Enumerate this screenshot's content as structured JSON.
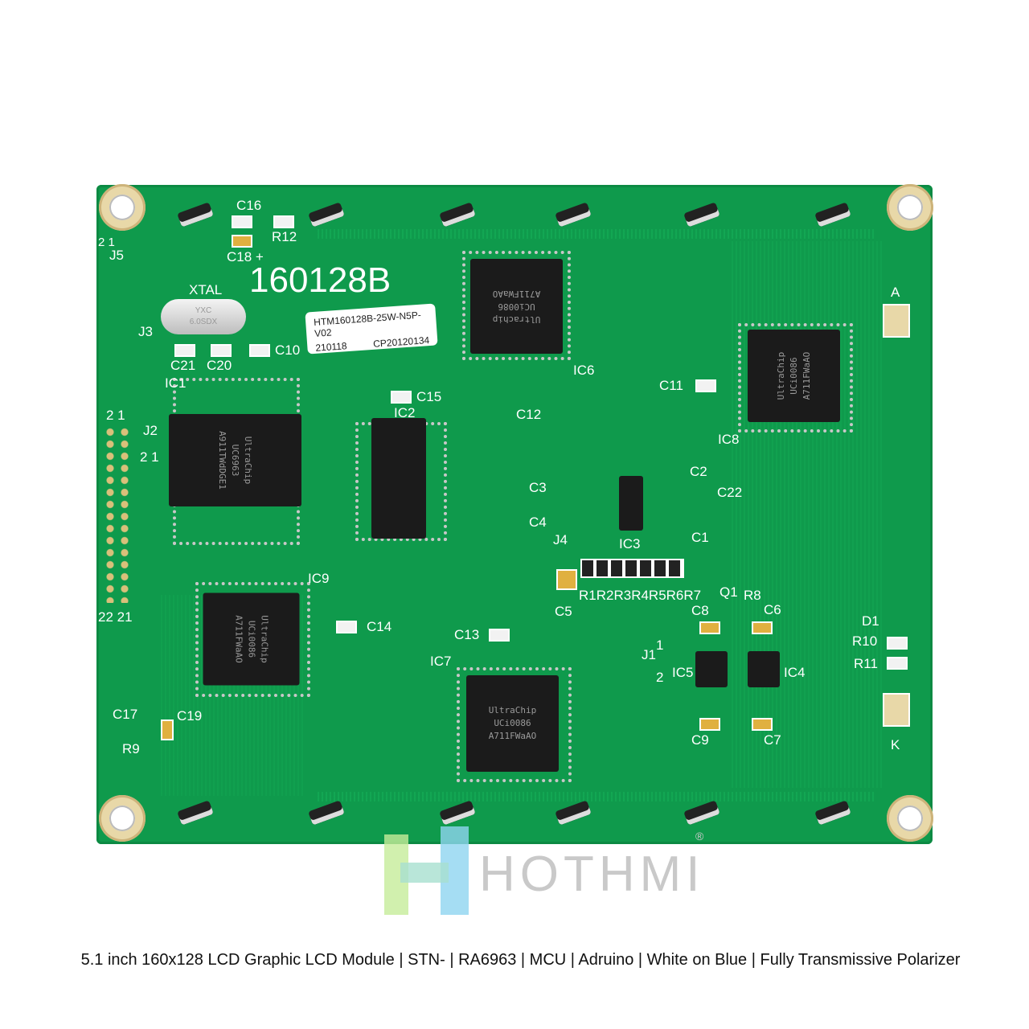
{
  "board": {
    "model": "160128B",
    "sticker_line1": "HTM160128B-25W-N5P-V02",
    "sticker_line2a": "210118",
    "sticker_line2b": "CP20120134",
    "xtal_label": "XTAL",
    "xtal_marking": "YXC\n6.0SDX",
    "chips": {
      "ic6": "Ultrachip\nUCi0086\nA711FWaAO",
      "ic8": "UltraChip\nUCi0086\nA711FWaAO",
      "ic1": "UltraChip\nUC6963\nA911TWdDGE1",
      "ic2": "",
      "ic9": "UltraChip\nUCi0086\nA711FWaAO",
      "ic7": "UltraChip\nUCi0086\nA711FWaAO",
      "ic3": "",
      "ic5": "",
      "ic4": ""
    },
    "labels": {
      "c16": "C16",
      "r12": "R12",
      "c18": "C18 +",
      "j5": "J5",
      "j5_pins": "2 1",
      "j3": "J3",
      "c21": "C21",
      "c20": "C20",
      "c10": "C10",
      "ic1": "IC1",
      "ic2": "IC2",
      "c15": "C15",
      "ic6": "IC6",
      "c12": "C12",
      "c11": "C11",
      "ic8": "IC8",
      "a": "A",
      "k": "K",
      "j2": "J2",
      "j2_pins": "2 1",
      "hdr_top": "2  1",
      "hdr_bot": "22 21",
      "c3": "C3",
      "c4": "C4",
      "c2": "C2",
      "c22": "C22",
      "c1": "C1",
      "ic3": "IC3",
      "j4": "J4",
      "c5": "C5",
      "resistors": "R1R2R3R4R5R6R7",
      "q1": "Q1",
      "r8": "R8",
      "ic9": "IC9",
      "c14": "C14",
      "c13": "C13",
      "ic7": "IC7",
      "c8": "C8",
      "c6": "C6",
      "j1": "J1",
      "j1_pins": "1\n2",
      "ic5": "IC5",
      "ic4": "IC4",
      "c9": "C9",
      "c7": "C7",
      "d1": "D1",
      "r10": "R10",
      "r11": "R11",
      "c17": "C17",
      "c19": "C19",
      "r9": "R9"
    }
  },
  "watermark": {
    "brand": "HOTHMI",
    "registered": "®"
  },
  "caption": "5.1 inch 160x128 LCD Graphic LCD Module | STN- | RA6963 | MCU | Adruino | White on Blue | Fully Transmissive Polarizer"
}
